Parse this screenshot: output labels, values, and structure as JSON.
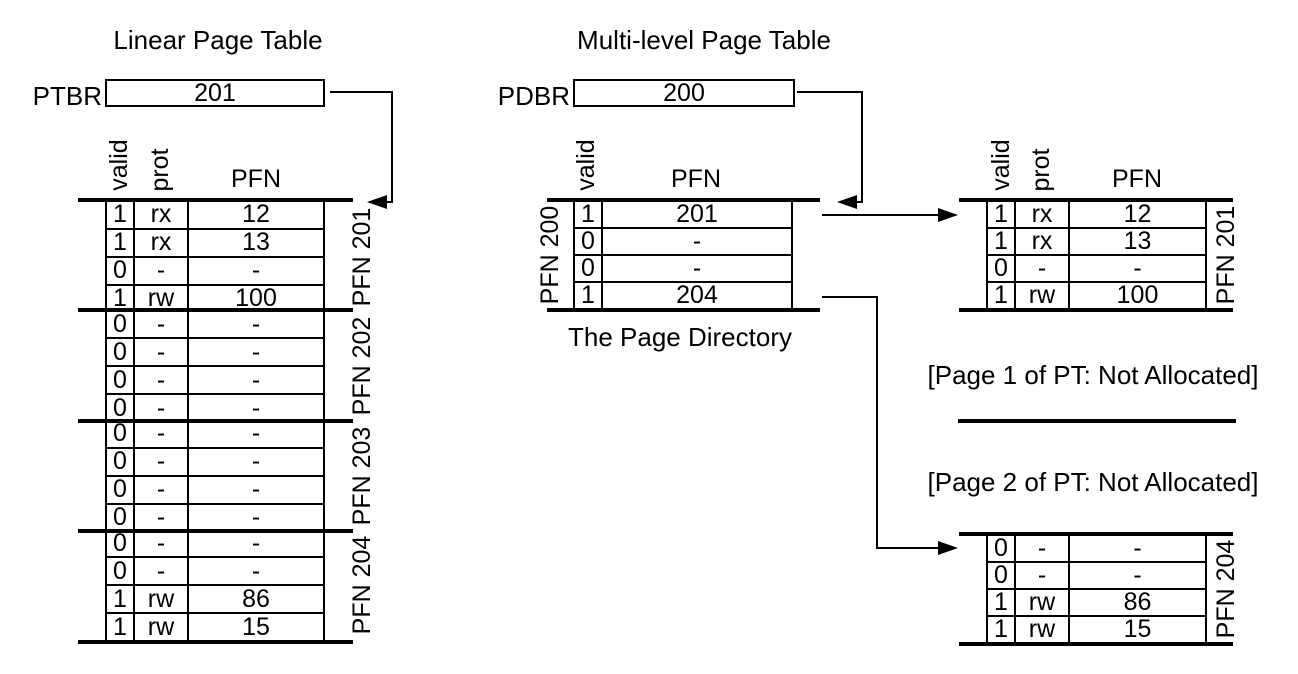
{
  "left_panel": {
    "title": "Linear Page Table",
    "register": {
      "label": "PTBR",
      "value": "201"
    },
    "col_headers": {
      "valid": "valid",
      "prot": "prot",
      "pfn": "PFN"
    },
    "groups": [
      {
        "label": "PFN 201",
        "rows": [
          [
            "1",
            "rx",
            "12"
          ],
          [
            "1",
            "rx",
            "13"
          ],
          [
            "0",
            "-",
            "-"
          ],
          [
            "1",
            "rw",
            "100"
          ]
        ]
      },
      {
        "label": "PFN 202",
        "rows": [
          [
            "0",
            "-",
            "-"
          ],
          [
            "0",
            "-",
            "-"
          ],
          [
            "0",
            "-",
            "-"
          ],
          [
            "0",
            "-",
            "-"
          ]
        ]
      },
      {
        "label": "PFN 203",
        "rows": [
          [
            "0",
            "-",
            "-"
          ],
          [
            "0",
            "-",
            "-"
          ],
          [
            "0",
            "-",
            "-"
          ],
          [
            "0",
            "-",
            "-"
          ]
        ]
      },
      {
        "label": "PFN 204",
        "rows": [
          [
            "0",
            "-",
            "-"
          ],
          [
            "0",
            "-",
            "-"
          ],
          [
            "1",
            "rw",
            "86"
          ],
          [
            "1",
            "rw",
            "15"
          ]
        ]
      }
    ]
  },
  "right_panel": {
    "title": "Multi-level Page Table",
    "register": {
      "label": "PDBR",
      "value": "200"
    },
    "directory": {
      "side_label": "PFN 200",
      "caption": "The Page Directory",
      "col_headers": {
        "valid": "valid",
        "pfn": "PFN"
      },
      "rows": [
        [
          "1",
          "201"
        ],
        [
          "0",
          "-"
        ],
        [
          "0",
          "-"
        ],
        [
          "1",
          "204"
        ]
      ]
    },
    "pt_page_201": {
      "side_label": "PFN 201",
      "col_headers": {
        "valid": "valid",
        "prot": "prot",
        "pfn": "PFN"
      },
      "rows": [
        [
          "1",
          "rx",
          "12"
        ],
        [
          "1",
          "rx",
          "13"
        ],
        [
          "0",
          "-",
          "-"
        ],
        [
          "1",
          "rw",
          "100"
        ]
      ]
    },
    "note_page1": "[Page 1 of PT: Not Allocated]",
    "note_page2": "[Page 2 of PT: Not Allocated]",
    "pt_page_204": {
      "side_label": "PFN 204",
      "rows": [
        [
          "0",
          "-",
          "-"
        ],
        [
          "0",
          "-",
          "-"
        ],
        [
          "1",
          "rw",
          "86"
        ],
        [
          "1",
          "rw",
          "15"
        ]
      ]
    }
  }
}
